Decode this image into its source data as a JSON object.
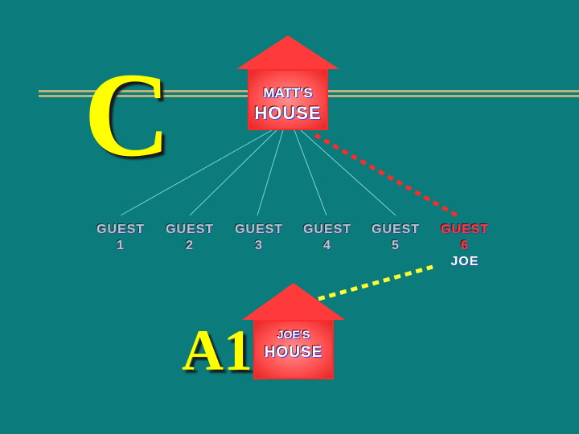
{
  "headline": {
    "letter_c": "C",
    "letter_a1": "A1"
  },
  "houses": {
    "matt": {
      "line1": "MATT'S",
      "line2": "HOUSE"
    },
    "joe": {
      "line1": "JOE'S",
      "line2": "HOUSE"
    }
  },
  "guests": [
    {
      "line1": "GUEST",
      "line2": "1"
    },
    {
      "line1": "GUEST",
      "line2": "2"
    },
    {
      "line1": "GUEST",
      "line2": "3"
    },
    {
      "line1": "GUEST",
      "line2": "4"
    },
    {
      "line1": "GUEST",
      "line2": "5"
    },
    {
      "line1": "GUEST",
      "line2": "6",
      "line3": "JOE"
    }
  ],
  "colors": {
    "background": "#0b7b7b",
    "house_fill": "#ff4a4a",
    "letters": "#ffff00",
    "highlight_link": "#ff2a2a",
    "joe_link": "#ffff33"
  }
}
